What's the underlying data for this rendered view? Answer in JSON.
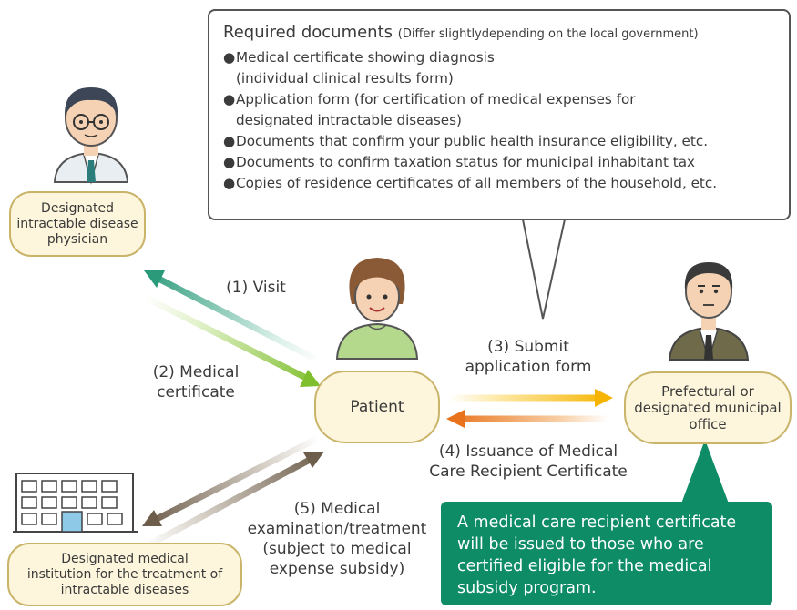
{
  "documents": {
    "title": "Required documents",
    "subtitle": "(Differ slightlydepending on the local government)",
    "bullet": "●",
    "items": [
      {
        "line1": "Medical certificate showing diagnosis",
        "line2": "(individual clinical results form)"
      },
      {
        "line1": "Application form (for certification of medical expenses for",
        "line2": "designated intractable diseases)"
      },
      {
        "line1": "Documents that confirm your public health insurance eligibility, etc.",
        "line2": ""
      },
      {
        "line1": "Documents to confirm taxation status for municipal inhabitant tax",
        "line2": ""
      },
      {
        "line1": "Copies of residence certificates of all members of the household, etc.",
        "line2": ""
      }
    ]
  },
  "nodes": {
    "physician": {
      "line1": "Designated",
      "line2": "intractable disease",
      "line3": "physician"
    },
    "patient": "Patient",
    "office": {
      "line1": "Prefectural or",
      "line2": "designated municipal",
      "line3": "office"
    },
    "institution": {
      "line1": "Designated medical",
      "line2": "institution for the treatment of",
      "line3": "intractable diseases"
    }
  },
  "steps": {
    "visit": "(1) Visit",
    "certificate": {
      "line1": "(2) Medical",
      "line2": "certificate"
    },
    "submit": {
      "line1": "(3) Submit",
      "line2": "application form"
    },
    "issuance": {
      "line1": "(4) Issuance of Medical",
      "line2": "Care Recipient Certificate"
    },
    "treatment": {
      "line1": "(5) Medical",
      "line2": "examination/treatment",
      "line3": "(subject to medical",
      "line4": "expense subsidy)"
    }
  },
  "note": {
    "line1": "A medical care recipient certificate",
    "line2": "will be issued to those who are",
    "line3": "certified eligible for the medical",
    "line4": "subsidy program."
  },
  "colors": {
    "visit_arrow": "#2a9a7a",
    "certificate_arrow": "#8cc63f",
    "submit_arrow": "#f6b400",
    "issuance_arrow": "#e8731c",
    "treatment_arrow": "#7a6b5a",
    "note_bg": "#0d8c66",
    "pill_bg": "#fdf6dc"
  }
}
